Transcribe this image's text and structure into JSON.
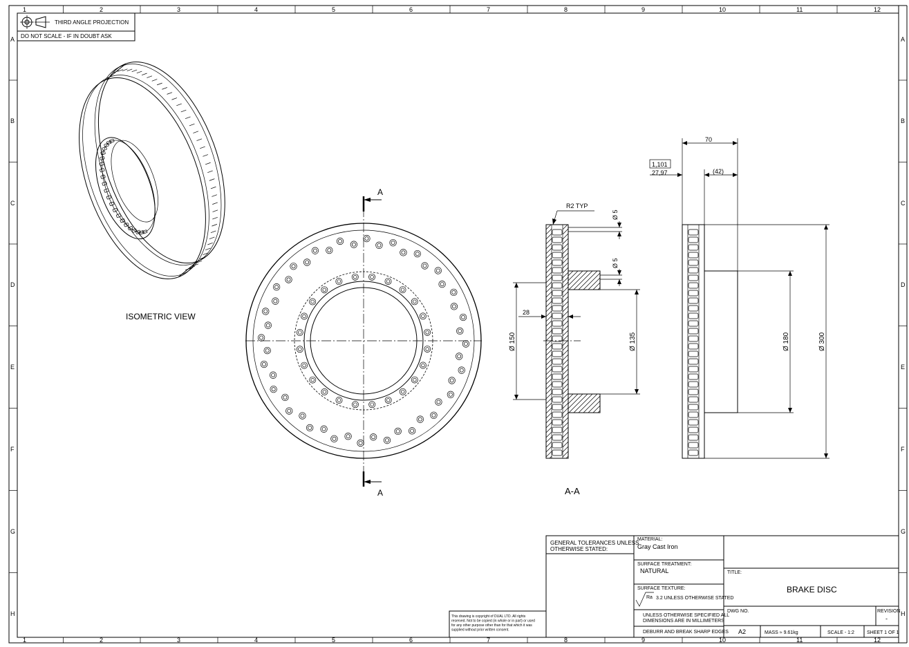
{
  "grid": {
    "columns": [
      "1",
      "2",
      "3",
      "4",
      "5",
      "6",
      "7",
      "8",
      "9",
      "10",
      "11",
      "12"
    ],
    "rows": [
      "A",
      "B",
      "C",
      "D",
      "E",
      "F",
      "G",
      "H"
    ]
  },
  "projection": {
    "label": "THIRD ANGLE PROJECTION",
    "note": "DO NOT SCALE - IF IN DOUBT ASK"
  },
  "views": {
    "isometric_label": "ISOMETRIC VIEW",
    "section_label": "A-A",
    "cut_mark_top": "A",
    "cut_mark_bottom": "A"
  },
  "dimensions": {
    "r2_typ": "R2 TYP",
    "dia5_top": "Ø 5",
    "dia5_mid": "Ø 5",
    "d28": "28",
    "dia150": "Ø 150",
    "dia135": "Ø 135",
    "d70": "70",
    "d42": "(42)",
    "d1101": "1,101",
    "d2797": "27,97",
    "dia180": "Ø 180",
    "dia300": "Ø 300"
  },
  "title_block": {
    "general_tolerances": "GENERAL TOLERANCES UNLESS OTHERWISE STATED:",
    "material_label": "MATERIAL:",
    "material": "Gray Cast Iron",
    "surface_treatment_label": "SURFACE TREATMENT:",
    "surface_treatment": "NATURAL",
    "surface_texture_label": "SURFACE TEXTURE:",
    "ra_symbol": "Ra",
    "surface_texture": "3.2 UNLESS OTHERWISE STATED",
    "dims_note": "UNLESS OTHERWISE SPECIFIED ALL DIMENSIONS ARE IN MILLIMETERS",
    "deburr_note": "DEBURR AND BREAK SHARP EDGES",
    "title_label": "TITLE:",
    "title": "BRAKE DISC",
    "dwg_no_label": "DWG NO.",
    "revision_label": "REVISION",
    "revision": "-",
    "size": "A2",
    "mass": "MASS ≈ 9.61kg",
    "scale": "SCALE - 1:2",
    "sheet": "SHEET 1 OF 1",
    "copyright": [
      "This drawing is copyright of DUAL LTD. All rights",
      "reserved. Not to be copied (in whole or in part) or used",
      "for any other purpose other than for that which it was",
      "supplied without prior written consent."
    ]
  }
}
